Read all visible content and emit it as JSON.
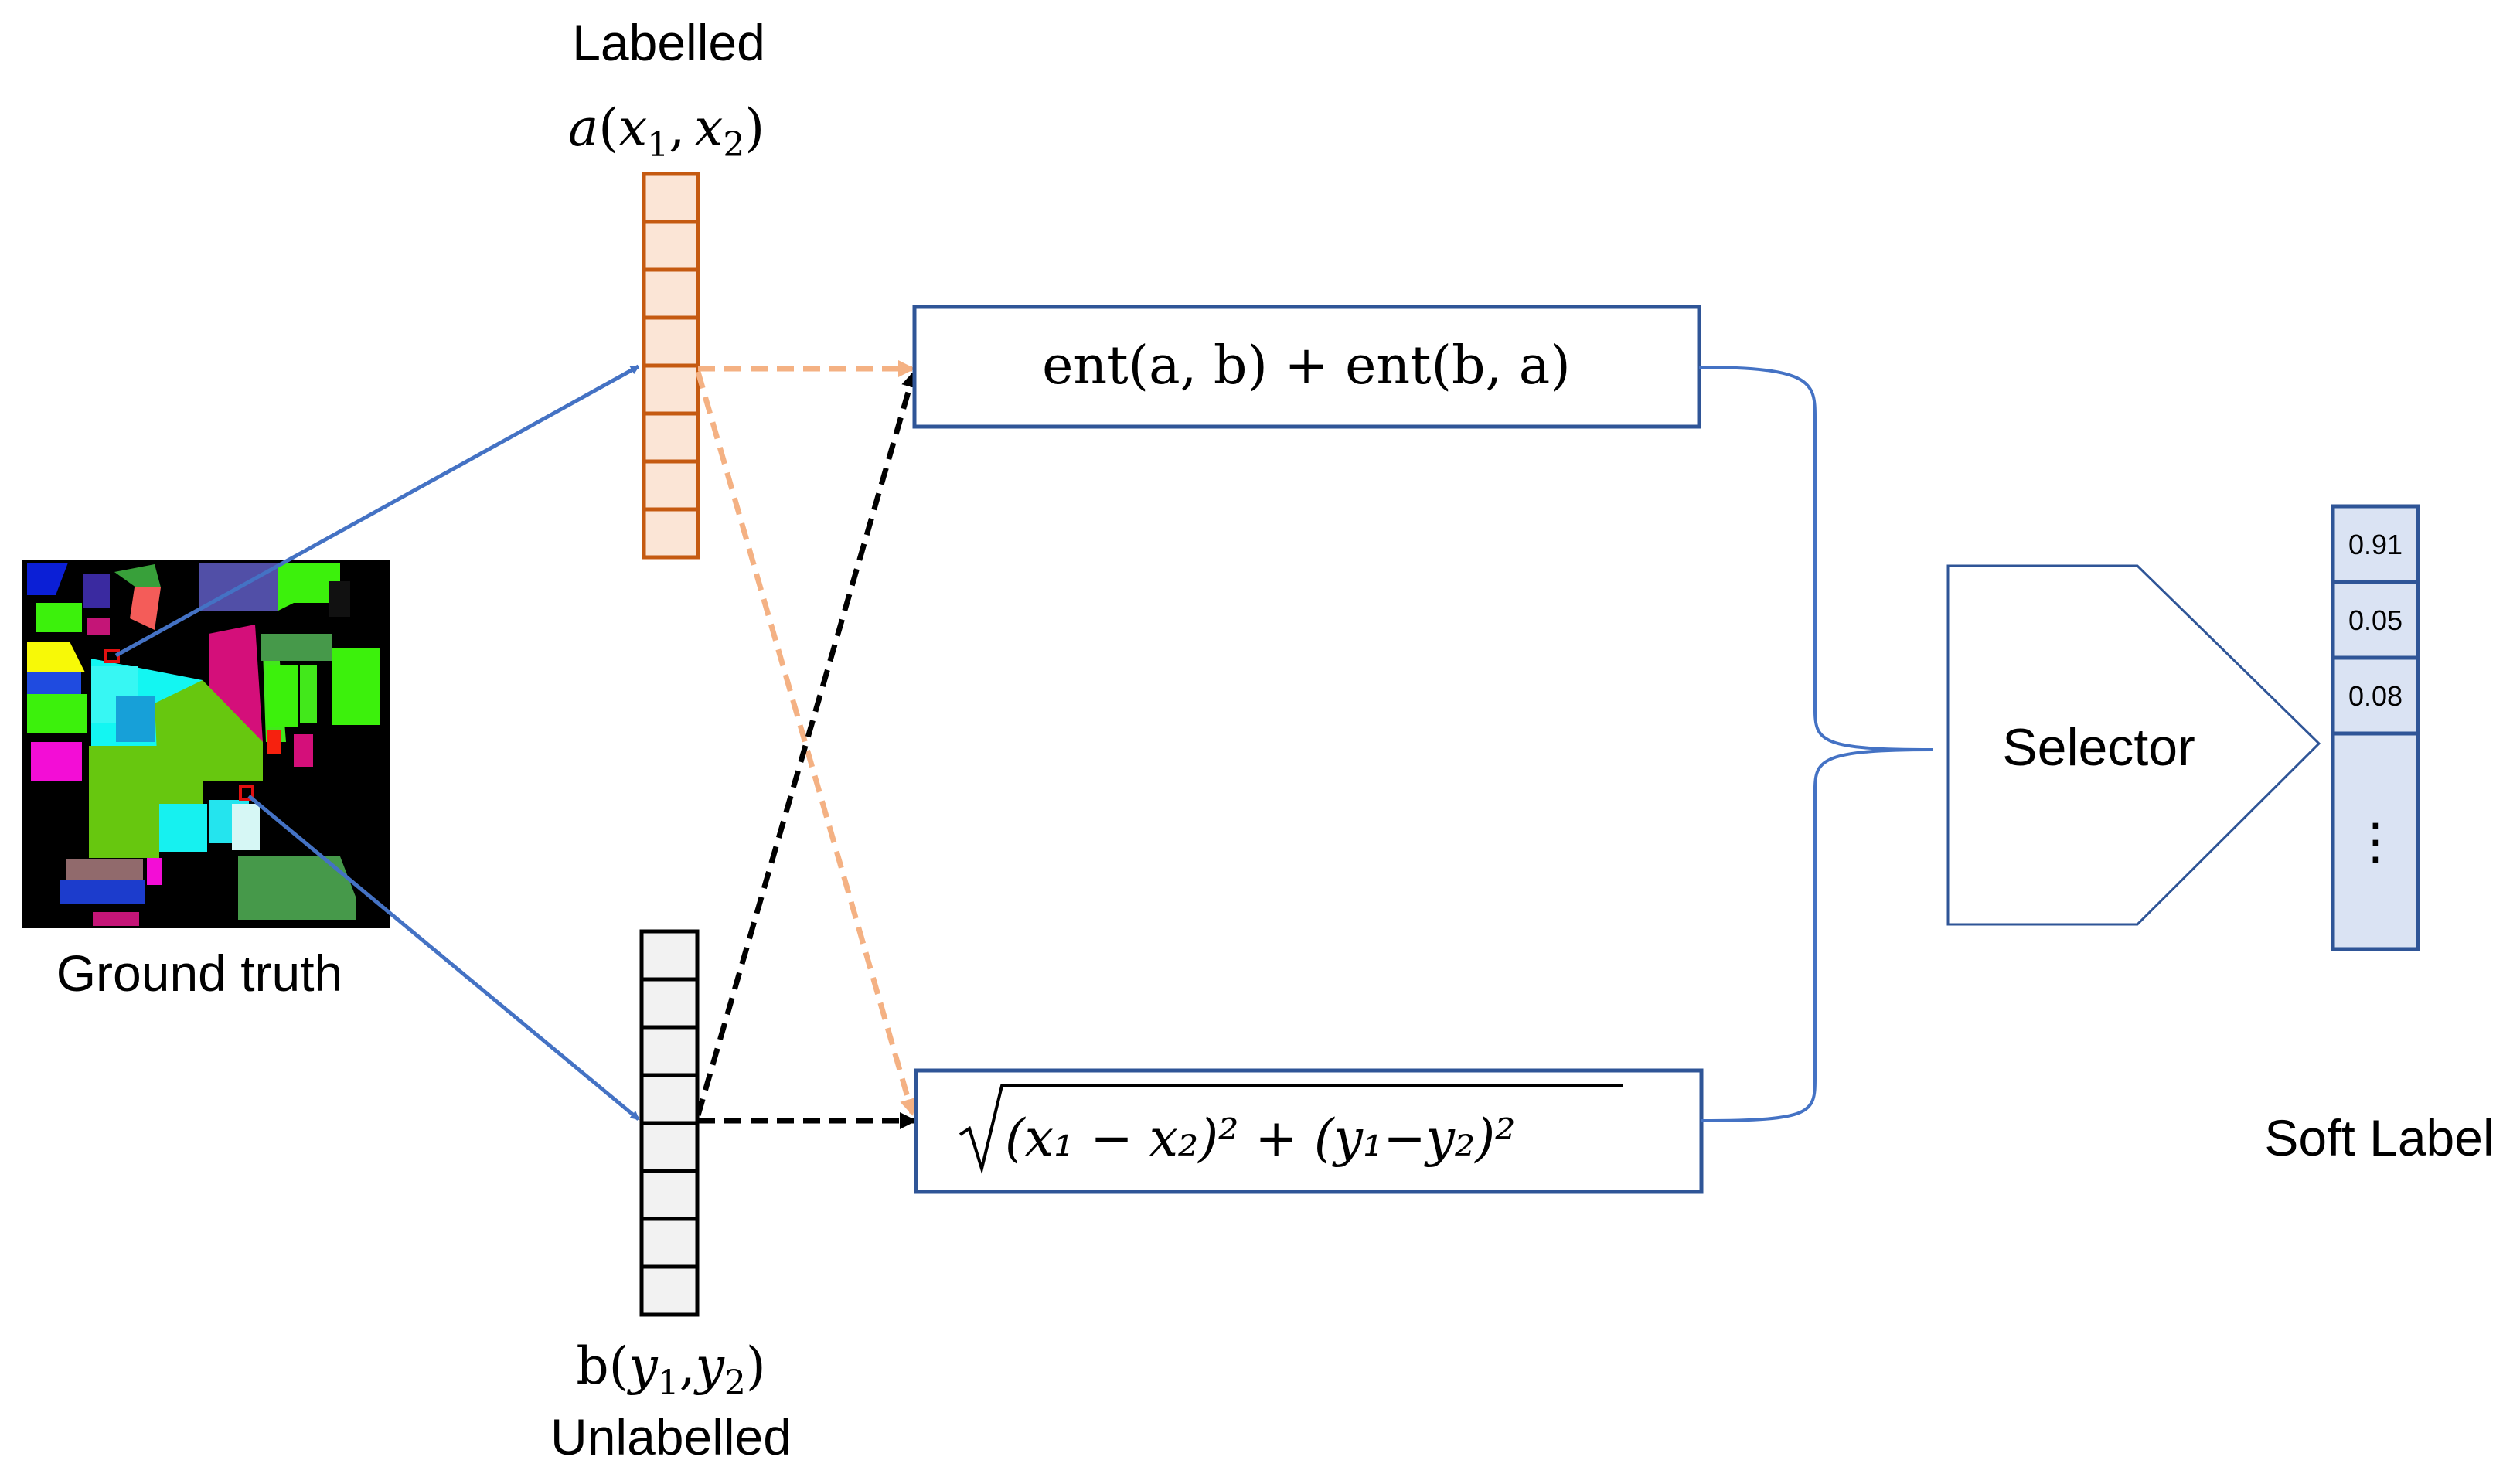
{
  "labelled": {
    "title": "Labelled",
    "expr_a": "a",
    "expr_open": "(",
    "x1": "x",
    "x1_sub": "1",
    "comma": ",",
    "x2": "x",
    "x2_sub": "2",
    "expr_close": ")"
  },
  "unlabelled": {
    "title": "Unlabelled",
    "expr_b": "b",
    "expr_open": "(",
    "y1": "y",
    "y1_sub": "1",
    "comma": ",",
    "y2": "y",
    "y2_sub": "2",
    "expr_close": ")"
  },
  "ground_truth": {
    "label": "Ground truth"
  },
  "entropy_box": {
    "formula": "ent(a, b) + ent(b, a)"
  },
  "distance_box": {
    "formula": "(x₁ − x₂)² + (y₁−y₂)²"
  },
  "selector": {
    "label": "Selector"
  },
  "soft_label": {
    "label": "Soft Label",
    "values": [
      "0.91",
      "0.05",
      "0.08"
    ],
    "more": "⋮"
  },
  "colors": {
    "labelled_fill": "#fbe5d6",
    "labelled_stroke": "#c55a11",
    "unlabelled_fill": "#f2f2f2",
    "unlabelled_stroke": "#000000",
    "box_stroke": "#2f5597",
    "blue_line": "#4472c4",
    "orange_dash": "#f4b183",
    "soft_label_fill": "#dae3f3"
  }
}
